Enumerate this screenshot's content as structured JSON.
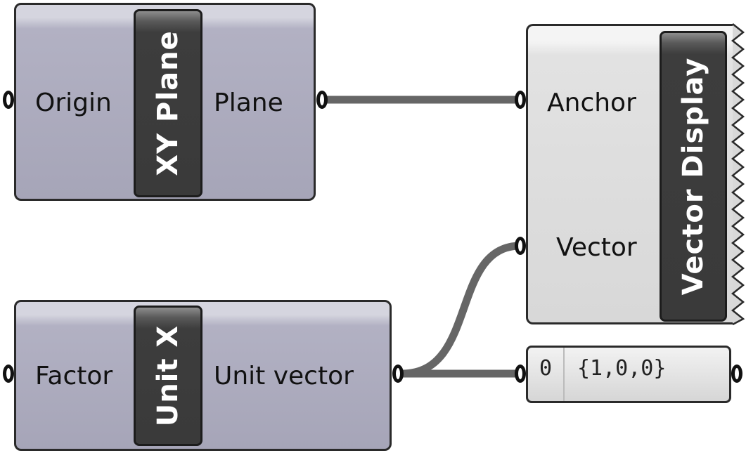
{
  "components": {
    "xy_plane": {
      "nickname": "XY Plane",
      "input": "Origin",
      "output": "Plane"
    },
    "unit_x": {
      "nickname": "Unit X",
      "input": "Factor",
      "output": "Unit vector"
    },
    "vector_display": {
      "nickname": "Vector Display",
      "inputs": [
        "Anchor",
        "Vector"
      ]
    }
  },
  "panel": {
    "index": "0",
    "value": "{1,0,0}"
  },
  "colors": {
    "wire": "#666666",
    "component_fill": "#a6a5b8",
    "nickname_fill": "#3a3a3a"
  }
}
